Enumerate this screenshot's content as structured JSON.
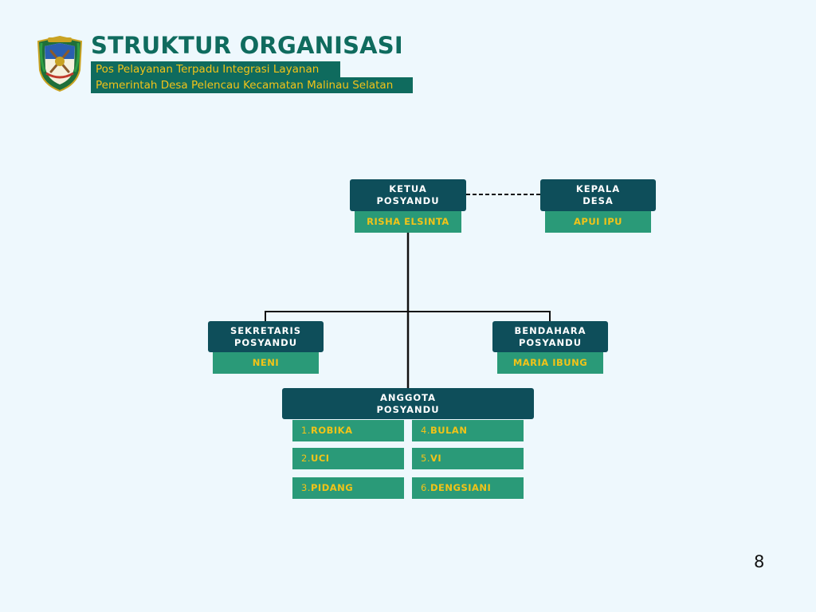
{
  "header": {
    "title": "STRUKTUR ORGANISASI",
    "subtitle_line1": "Pos Pelayanan Terpadu Integrasi Layanan",
    "subtitle_line2": "Pemerintah Desa Pelencau Kecamatan Malinau Selatan",
    "logo_icon": "regency-coat-of-arms-icon"
  },
  "org": {
    "ketua": {
      "role_line1": "KETUA",
      "role_line2": "POSYANDU",
      "name": "RISHA ELSINTA"
    },
    "kepala_desa": {
      "role_line1": "KEPALA",
      "role_line2": "DESA",
      "name": "APUI IPU"
    },
    "sekretaris": {
      "role_line1": "SEKRETARIS",
      "role_line2": "POSYANDU",
      "name": "NENI"
    },
    "bendahara": {
      "role_line1": "BENDAHARA",
      "role_line2": "POSYANDU",
      "name": "MARIA IBUNG"
    },
    "anggota": {
      "role_line1": "ANGGOTA",
      "role_line2": "POSYANDU",
      "members": [
        {
          "num": "1.",
          "name": "ROBIKA"
        },
        {
          "num": "2.",
          "name": "UCI"
        },
        {
          "num": "3.",
          "name": "PIDANG"
        },
        {
          "num": "4.",
          "name": "BULAN"
        },
        {
          "num": "5.",
          "name": "VI"
        },
        {
          "num": "6.",
          "name": "DENGSIANI"
        }
      ]
    }
  },
  "page_number": "8",
  "colors": {
    "background": "#eef8fd",
    "brand_green": "#0f6b5e",
    "role_box": "#0e4e5a",
    "name_box": "#2a9a78",
    "accent_yellow": "#f2c318"
  }
}
